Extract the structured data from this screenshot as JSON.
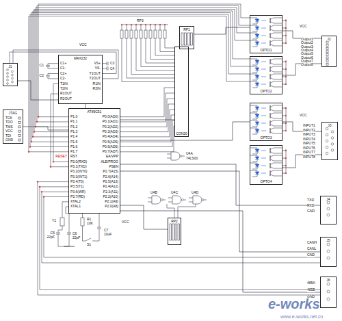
{
  "diagram": {
    "nodes": [
      {
        "text": [
          "MAX232"
        ]
      },
      {
        "text": [
          "AT89C51"
        ]
      },
      {
        "text": [
          "CON20"
        ]
      },
      {
        "text": [
          "RP1"
        ]
      },
      {
        "text": [
          "OPTO1"
        ]
      },
      {
        "text": [
          "OPTO2"
        ]
      },
      {
        "text": [
          "OPTO3"
        ]
      },
      {
        "text": [
          "OPTO4"
        ]
      },
      {
        "text": [
          "J1"
        ]
      },
      {
        "text": [
          "JTAG"
        ]
      },
      {
        "text": [
          "J2"
        ]
      },
      {
        "text": [
          "J3"
        ]
      },
      {
        "text": [
          "J4"
        ]
      },
      {
        "text": [
          "J5"
        ]
      },
      {
        "text": [
          "J6"
        ]
      },
      {
        "text": [
          "RP2"
        ]
      }
    ],
    "edges": [
      {
        "from": 0,
        "to": 8,
        "arrow": "none"
      },
      {
        "from": 1,
        "to": 2,
        "arrow": "none"
      },
      {
        "from": 3,
        "to": 4,
        "arrow": "none"
      },
      {
        "from": 4,
        "to": 10,
        "arrow": "none"
      },
      {
        "from": 5,
        "to": 10,
        "arrow": "none"
      },
      {
        "from": 1,
        "to": 6,
        "arrow": "none"
      },
      {
        "from": 6,
        "to": 11,
        "arrow": "none"
      },
      {
        "from": 7,
        "to": 11,
        "arrow": "none"
      },
      {
        "from": 1,
        "to": 12,
        "arrow": "none"
      },
      {
        "from": 1,
        "to": 13,
        "arrow": "none"
      },
      {
        "from": 1,
        "to": 14,
        "arrow": "none"
      },
      {
        "from": 9,
        "to": 1,
        "arrow": "none"
      },
      {
        "from": 15,
        "to": 1,
        "arrow": "none"
      },
      {
        "from": 0,
        "to": 1,
        "arrow": "none"
      }
    ],
    "labels": [
      "P1.0",
      "P1.1",
      "P1.2",
      "P1.3",
      "P1.4",
      "P1.5",
      "P1.6",
      "P1.7",
      "RST",
      "P3.0(RXD)",
      "P3.1(TXD)",
      "P3.2(INT0)",
      "P3.3(INT1)",
      "P3.4(T0)",
      "P3.5(T1)",
      "P3.6(WR)",
      "P3.7(RD)",
      "XTAL2",
      "XTAL1",
      "P0.0(AD0)",
      "P0.1(AD1)",
      "P0.2(AD2)",
      "P0.3(AD3)",
      "P0.4(AD4)",
      "P0.5(AD5)",
      "P0.6(AD6)",
      "P0.7(AD7)",
      "EA/VPP",
      "ALE/PROG",
      "PSEN",
      "P2.7(A15)",
      "P2.6(A14)",
      "P2.5(A13)",
      "P2.4(A12)",
      "P2.3(A11)",
      "P2.2(A10)",
      "P2.1(A9)",
      "P2.0(A8)",
      "C1+",
      "C1-",
      "C2+",
      "C2-",
      "T1IN",
      "T2IN",
      "R1OUT",
      "R2OUT",
      "VS+",
      "VS-",
      "T1OUT",
      "T2OUT",
      "R1IN",
      "R2IN",
      "C1",
      "C2",
      "C3",
      "C4",
      "TCK",
      "TDO",
      "TMS",
      "VCC",
      "TDI",
      "GND",
      "Output1",
      "Output2",
      "Output3",
      "Output4",
      "Output5",
      "Output6",
      "Output7",
      "Output8",
      "INPUT1",
      "INPUT2",
      "INPUT3",
      "INPUT4",
      "INPUT5",
      "INPUT6",
      "INPUT7",
      "INPUT8",
      "TXD",
      "RXD",
      "GND",
      "CANH",
      "CANL",
      "GND",
      "485A",
      "485B",
      "GND",
      "VCC",
      "VCC",
      "VCC",
      "VCC",
      "U4A",
      "74LS00",
      "U4B",
      "U4C",
      "U4D",
      "Y1",
      "C5",
      "22pF",
      "C6",
      "22pF",
      "R1",
      "10K",
      "C7",
      "10uF",
      "S1",
      "RESET",
      "RP3",
      "e-works",
      "www.e-works.net.cn"
    ]
  }
}
